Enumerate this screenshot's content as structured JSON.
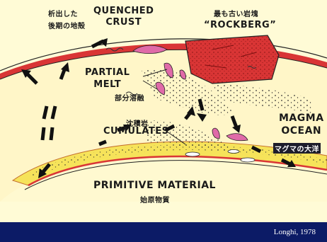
{
  "labels": {
    "quenched_crust_jp": "析出した\n後期の地殻",
    "quenched_crust_en": "QUENCHED\nCRUST",
    "rockberg_jp": "最も古い岩塊",
    "rockberg_en": "“ROCKBERG”",
    "partial_melt_en": "PARTIAL\nMELT",
    "partial_melt_jp": "部分溶融",
    "cumulates_jp": "沈積岩",
    "cumulates_en": "CUMULATES",
    "magma_ocean_en": "MAGMA\nOCEAN",
    "magma_ocean_jp": "マグマの大洋",
    "primitive_en": "PRIMITIVE MATERIAL",
    "primitive_jp": "始原物質"
  },
  "credit": "Longhi, 1978",
  "colors": {
    "background": "#fffbd6",
    "crust_red": "#d93535",
    "melt_pink": "#e06aa8",
    "cumulate_yellow": "#f6e35a",
    "footer": "#0c1b66"
  }
}
